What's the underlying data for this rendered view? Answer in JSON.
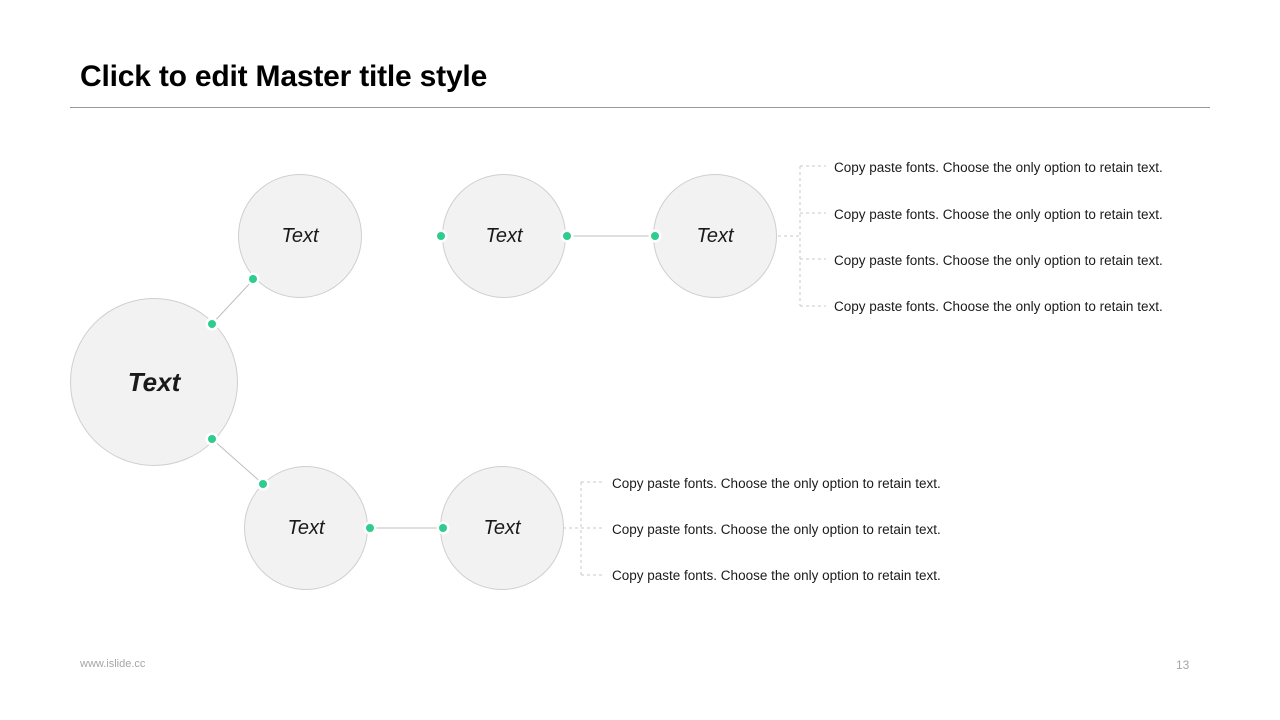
{
  "slide": {
    "title": "Click to edit Master title style",
    "page_number": "13",
    "footer_url": "www.islide.cc",
    "accent_color": "#2ecc8f",
    "node_fill_color": "#f2f2f2",
    "node_border_color": "#cfcfcf",
    "rule_color": "#9a9a9a"
  },
  "diagram": {
    "root_node": {
      "label": "Text"
    },
    "top_branch": {
      "nodes": [
        {
          "label": "Text"
        },
        {
          "label": "Text"
        },
        {
          "label": "Text"
        }
      ],
      "bullets": [
        "Copy paste fonts. Choose the only option to retain text.",
        "Copy paste fonts. Choose the only option to retain text.",
        "Copy paste fonts. Choose the only option to retain text.",
        "Copy paste fonts. Choose the only option to retain text."
      ]
    },
    "bottom_branch": {
      "nodes": [
        {
          "label": "Text"
        },
        {
          "label": "Text"
        }
      ],
      "bullets": [
        "Copy paste fonts. Choose the only option to retain text.",
        "Copy paste fonts. Choose the only option to retain text.",
        "Copy paste fonts. Choose the only option to retain text."
      ]
    }
  }
}
